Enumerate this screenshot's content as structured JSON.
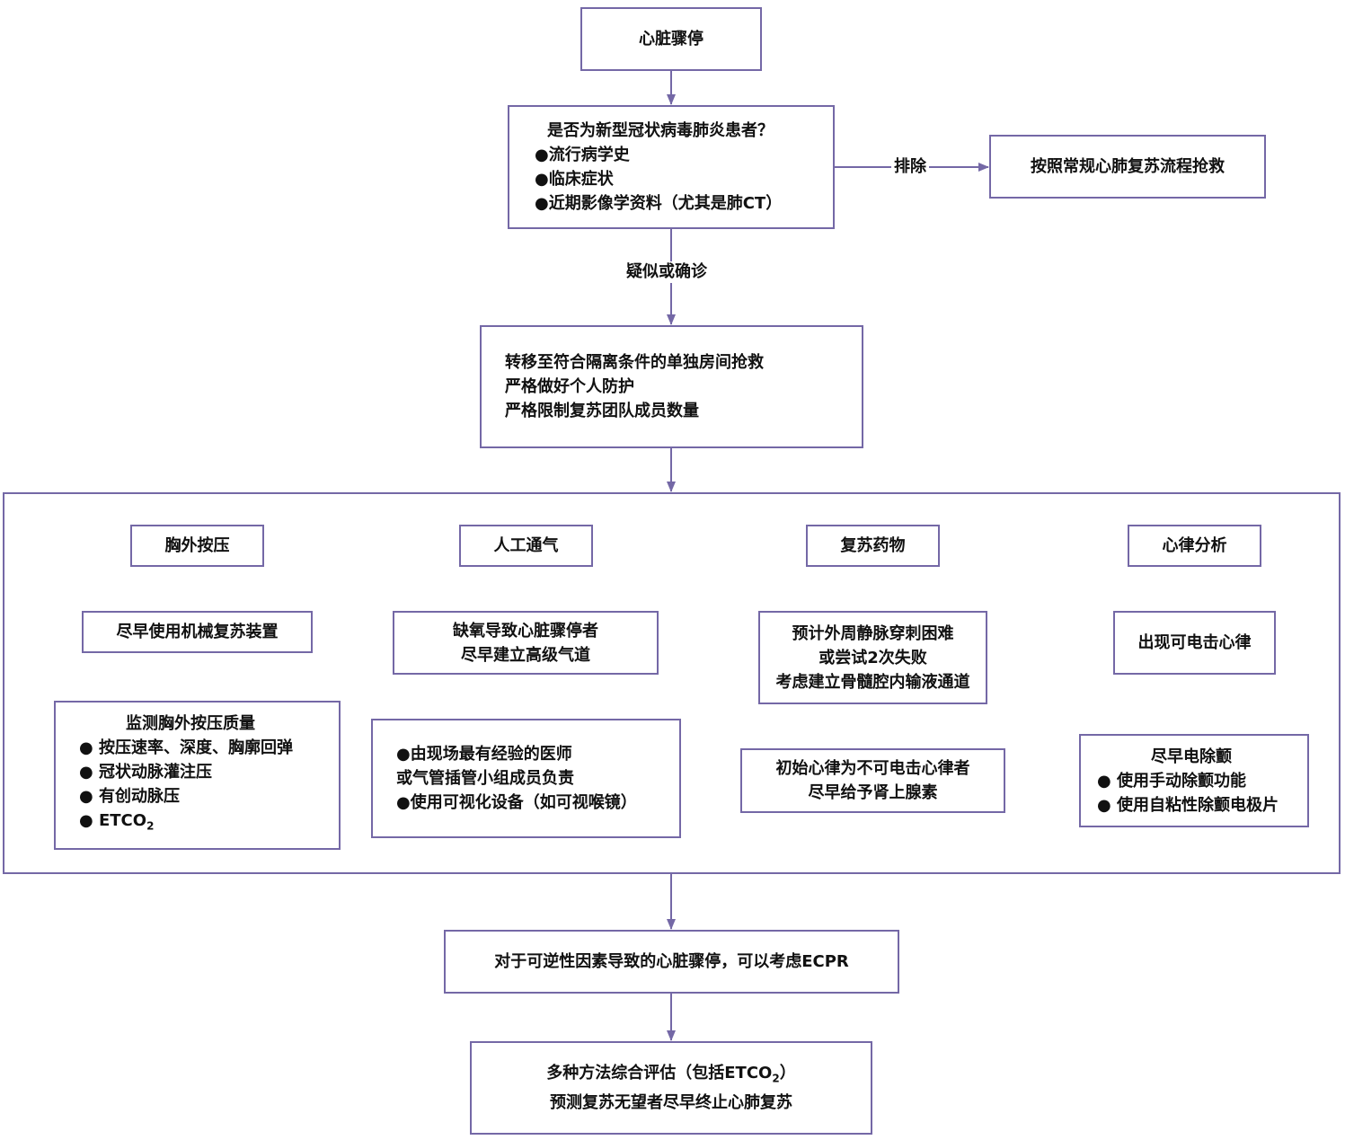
{
  "colors": {
    "border": "#7468a6",
    "arrow": "#7468a6",
    "text": "#111111"
  },
  "start": "心脏骤停",
  "screen": {
    "question": "是否为新型冠状病毒肺炎患者？",
    "items": [
      "●流行病学史",
      "●临床症状",
      "●近期影像学资料（尤其是肺CT）"
    ]
  },
  "exclude_label": "排除",
  "routine": "按照常规心肺复苏流程抢救",
  "suspect_label": "疑似或确诊",
  "isolation": {
    "lines": [
      "转移至符合隔离条件的单独房间抢救",
      "严格做好个人防护",
      "严格限制复苏团队成员数量"
    ]
  },
  "compression": {
    "title": "胸外按压",
    "step1": "尽早使用机械复苏装置",
    "monitor_title": "监测胸外按压质量",
    "monitor_items": [
      "● 按压速率、深度、胸廓回弹",
      "● 冠状动脉灌注压",
      "● 有创动脉压"
    ],
    "etco2_prefix": "● ETCO",
    "etco2_sub": "2"
  },
  "ventilation": {
    "title": "人工通气",
    "step1_lines": [
      "缺氧导致心脏骤停者",
      "尽早建立高级气道"
    ],
    "step2_lines": [
      "●由现场最有经验的医师",
      "或气管插管小组成员负责",
      "●使用可视化设备（如可视喉镜）"
    ]
  },
  "drugs": {
    "title": "复苏药物",
    "step1_lines": [
      "预计外周静脉穿刺困难",
      "或尝试2次失败",
      "考虑建立骨髓腔内输液通道"
    ],
    "step2_lines": [
      "初始心律为不可电击心律者",
      "尽早给予肾上腺素"
    ]
  },
  "rhythm": {
    "title": "心律分析",
    "step1": "出现可电击心律",
    "defib_title": "尽早电除颤",
    "defib_items": [
      "● 使用手动除颤功能",
      "● 使用自粘性除颤电极片"
    ]
  },
  "ecpr": "对于可逆性因素导致的心脏骤停，可以考虑ECPR",
  "final": {
    "line1_prefix": "多种方法综合评估（包括ETCO",
    "line1_sub": "2",
    "line1_suffix": "）",
    "line2": "预测复苏无望者尽早终止心肺复苏"
  }
}
